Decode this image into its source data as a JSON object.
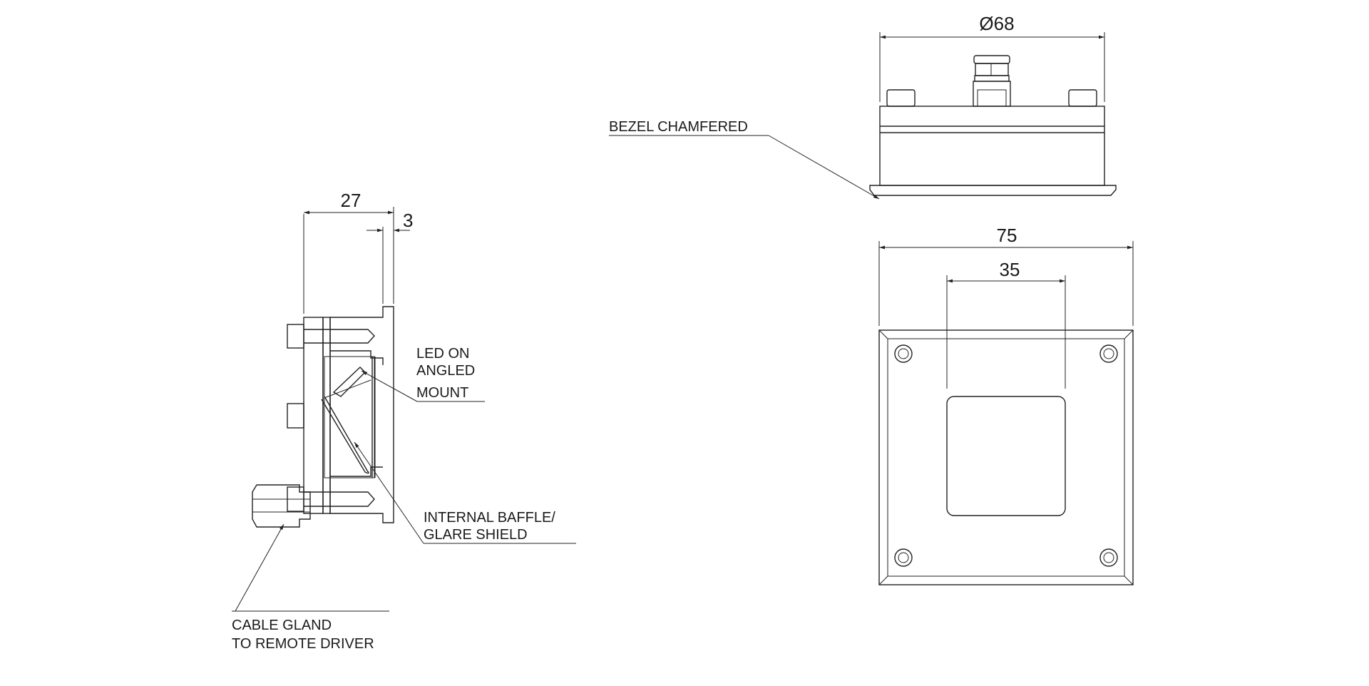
{
  "side_view": {
    "dim_depth": "27",
    "dim_flange": "3",
    "label_led": [
      "LED ON",
      "ANGLED",
      "MOUNT"
    ],
    "label_baffle": [
      "INTERNAL BAFFLE/",
      "GLARE SHIELD"
    ],
    "label_gland": [
      "CABLE GLAND",
      "TO REMOTE DRIVER"
    ]
  },
  "top_view": {
    "dim_diameter": "Ø68",
    "label_bezel": "BEZEL CHAMFERED"
  },
  "front_view": {
    "dim_outer": "75",
    "dim_window": "35"
  }
}
